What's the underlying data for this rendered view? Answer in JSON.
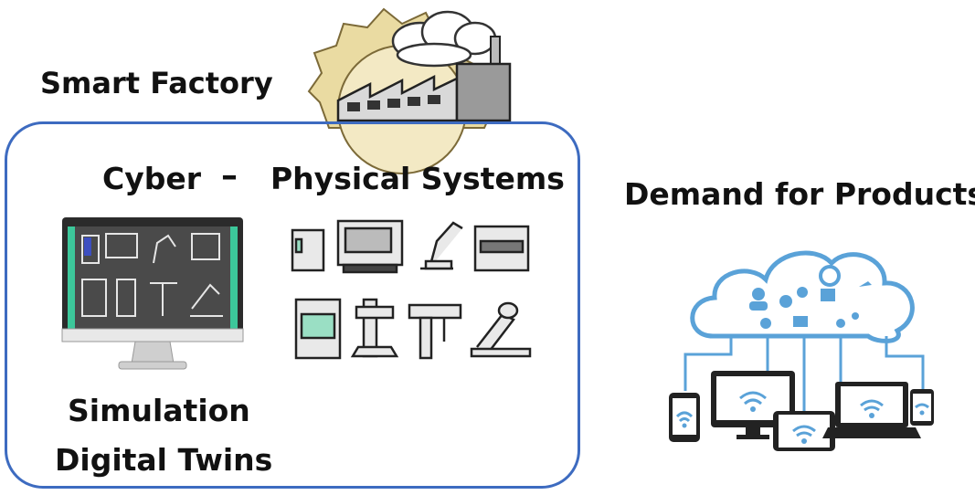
{
  "factory": {
    "title": "Smart Factory",
    "cps": {
      "cyber": "Cyber",
      "separator": "–",
      "physical": "Physical Systems"
    },
    "digital": {
      "line1": "Simulation",
      "line2": "Digital Twins"
    }
  },
  "demand": {
    "title": "Demand for Products"
  },
  "icons": {
    "factory": "factory-gear-icon",
    "monitor": "monitor-digital-twin-icon",
    "machines": [
      "refrigerator-unit",
      "cnc-machine",
      "robot-arm",
      "press-machine",
      "3d-printer",
      "drill-press",
      "vertical-mill",
      "welding-arm"
    ],
    "cloud": "cloud-services-icon",
    "devices": [
      "phone",
      "desktop-monitor",
      "tablet",
      "laptop",
      "small-phone"
    ]
  },
  "colors": {
    "border": "#3d6bc0",
    "screen_accent": "#3cc79a",
    "gear": "#e8d79a",
    "cloud": "#5aa2d8"
  }
}
